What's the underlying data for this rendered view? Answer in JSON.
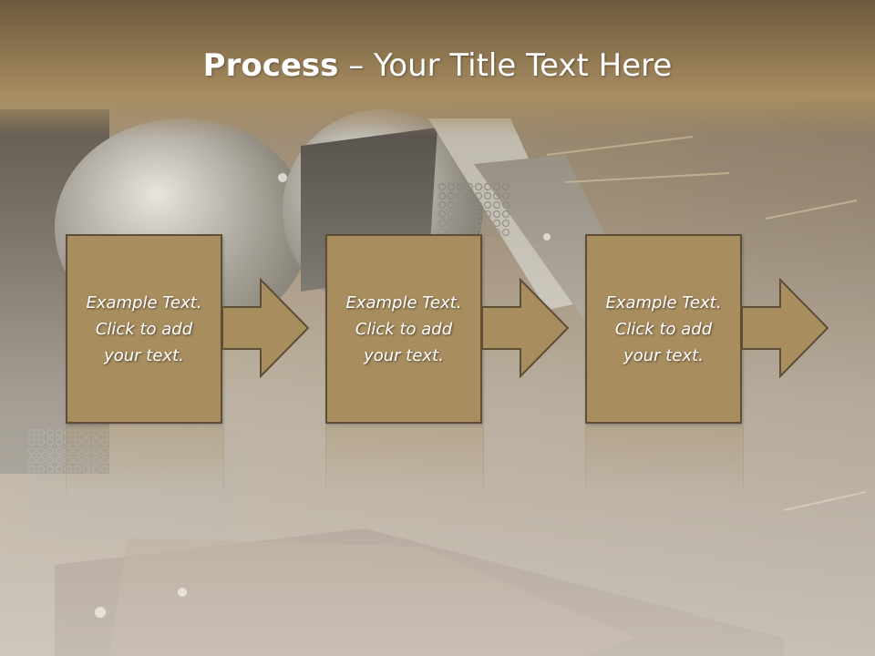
{
  "slide": {
    "title_bold": "Process",
    "title_separator": " – ",
    "title_rest": "Your Title Text Here",
    "steps": [
      {
        "line1": "Example Text.",
        "line2": "Click  to add",
        "line3": "your text."
      },
      {
        "line1": "Example Text.",
        "line2": "Click  to add",
        "line3": "your text."
      },
      {
        "line1": "Example Text.",
        "line2": "Click  to add",
        "line3": "your text."
      }
    ]
  },
  "colors": {
    "box_fill": "#a88d5f",
    "box_border": "#5e4e36",
    "title_band": "#8e7650",
    "text": "#ffffff"
  }
}
